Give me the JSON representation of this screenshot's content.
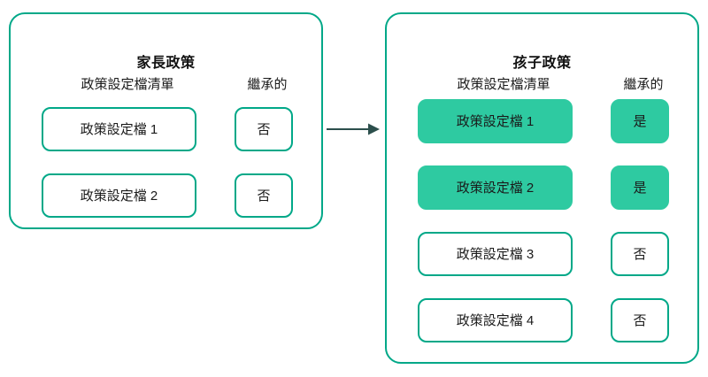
{
  "diagram": {
    "title_semantic": "policy-inheritance-parent-to-child",
    "colors": {
      "panel_border": "#00a888",
      "box_border": "#00a888",
      "filled_fill": "#2ecaa1",
      "arrow": "#2c4f4c",
      "text": "#1a1a1a",
      "background": "#ffffff"
    },
    "arrow": {
      "label": "",
      "direction": "right",
      "from": "parent-policy-panel",
      "to": "child-policy-panel"
    }
  },
  "parent_panel": {
    "title": "家長政策",
    "headers": {
      "profiles": "政策設定檔清單",
      "inherited": "繼承的"
    },
    "rows": [
      {
        "profile": "政策設定檔 1",
        "inherited": "否",
        "highlighted": false
      },
      {
        "profile": "政策設定檔 2",
        "inherited": "否",
        "highlighted": false
      }
    ]
  },
  "child_panel": {
    "title": "孩子政策",
    "headers": {
      "profiles": "政策設定檔清單",
      "inherited": "繼承的"
    },
    "rows": [
      {
        "profile": "政策設定檔 1",
        "inherited": "是",
        "highlighted": true
      },
      {
        "profile": "政策設定檔 2",
        "inherited": "是",
        "highlighted": true
      },
      {
        "profile": "政策設定檔 3",
        "inherited": "否",
        "highlighted": false
      },
      {
        "profile": "政策設定檔 4",
        "inherited": "否",
        "highlighted": false
      }
    ]
  }
}
